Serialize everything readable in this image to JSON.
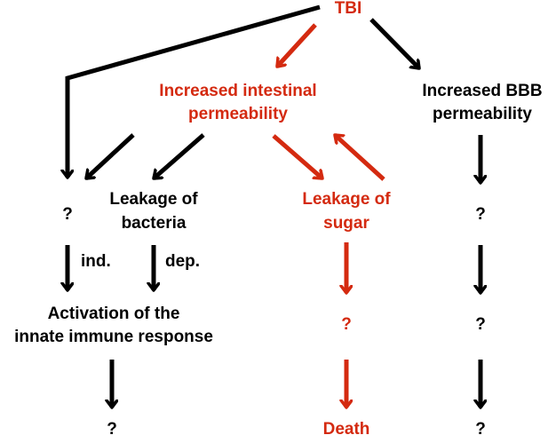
{
  "colors": {
    "red": "#d42a10",
    "black": "#000000"
  },
  "nodes": {
    "tbi": "TBI",
    "intestinal_line1": "Increased intestinal",
    "intestinal_line2": "permeability",
    "bbb_line1": "Increased BBB",
    "bbb_line2": "permeability",
    "unknown_left": "?",
    "bacteria_line1": "Leakage of",
    "bacteria_line2": "bacteria",
    "sugar_line1": "Leakage of",
    "sugar_line2": "sugar",
    "unknown_bbb_1": "?",
    "ind": "ind.",
    "dep": "dep.",
    "innate_line1": "Activation of the",
    "innate_line2": "innate immune response",
    "unknown_sugar": "?",
    "unknown_bbb_2": "?",
    "unknown_innate": "?",
    "death": "Death",
    "unknown_bbb_3": "?"
  }
}
